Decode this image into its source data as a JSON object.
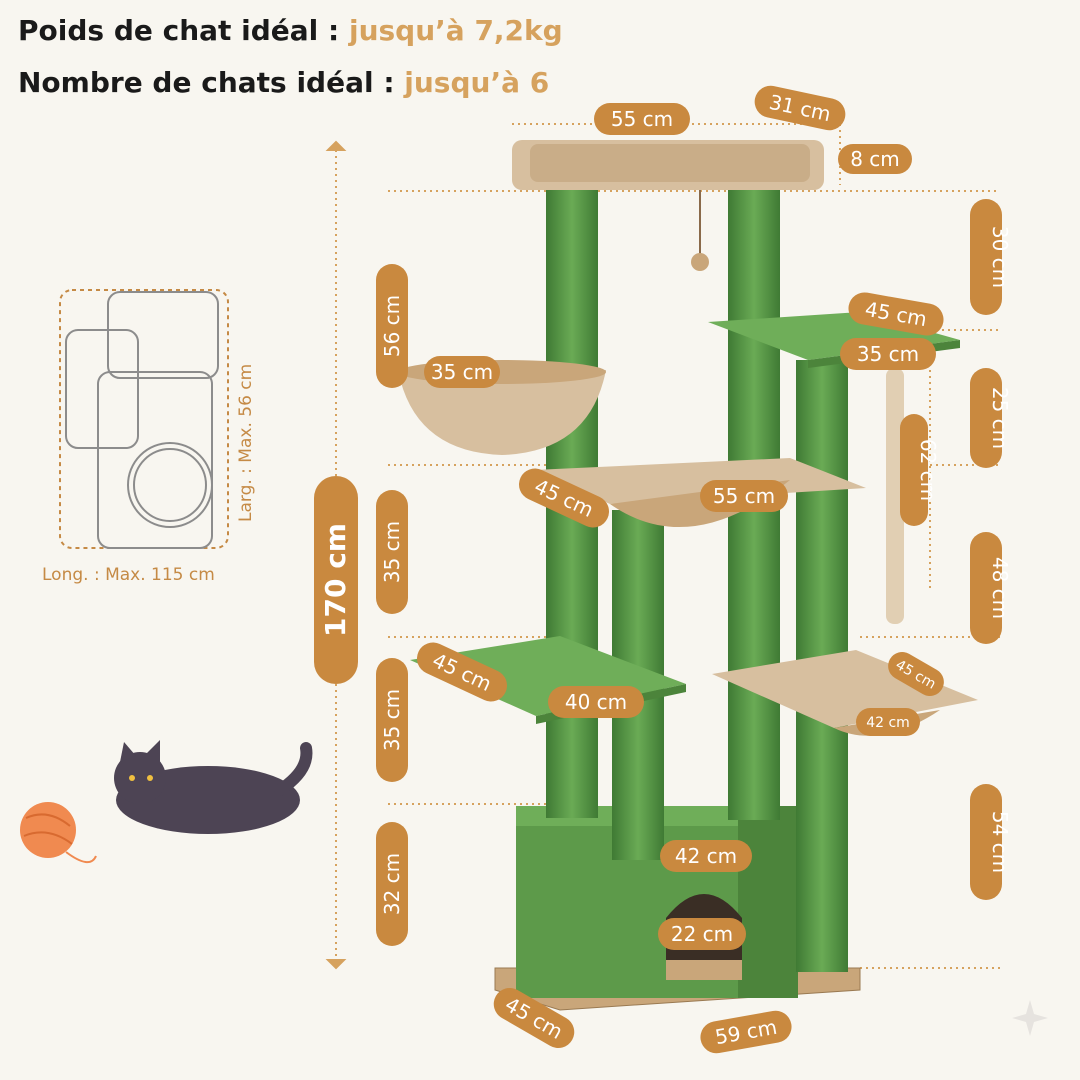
{
  "header": {
    "weight_label": "Poids de chat idéal :",
    "weight_value": "jusqu’à 7,2kg",
    "cats_label": "Nombre de chats idéal :",
    "cats_value": "jusqu’à 6"
  },
  "space": {
    "width_label": "Larg. : Max. 56 cm",
    "length_label": "Long. : Max. 115 cm"
  },
  "dimensions": {
    "total_height": "170 cm",
    "top_width": "55 cm",
    "top_depth": "31 cm",
    "top_thickness": "8 cm",
    "right_top": "30 cm",
    "left_56": "56 cm",
    "basket_35": "35 cm",
    "platform_right_45": "45 cm",
    "platform_right_35": "35 cm",
    "right_25": "25 cm",
    "rope_62": "62 cm",
    "hammock_45": "45 cm",
    "hammock_55": "55 cm",
    "left_35_upper": "35 cm",
    "right_48": "48 cm",
    "platform_left_45": "45 cm",
    "platform_left_40": "40 cm",
    "hammock_small_45": "45 cm",
    "hammock_small_42": "42 cm",
    "left_35_lower": "35 cm",
    "right_54": "54 cm",
    "condo_42": "42 cm",
    "left_32": "32 cm",
    "door_22": "22 cm",
    "base_45": "45 cm",
    "base_59": "59 cm"
  },
  "colors": {
    "accent": "#d6a25e",
    "pill": "#c9893f",
    "green": "#5d9a4a",
    "beige": "#d7bf9f",
    "cat": "#4d4454",
    "ball": "#f08a50"
  },
  "icons": [
    "cat-illustration",
    "yarn-ball-icon",
    "sparkle-icon",
    "space-outline-icon"
  ]
}
